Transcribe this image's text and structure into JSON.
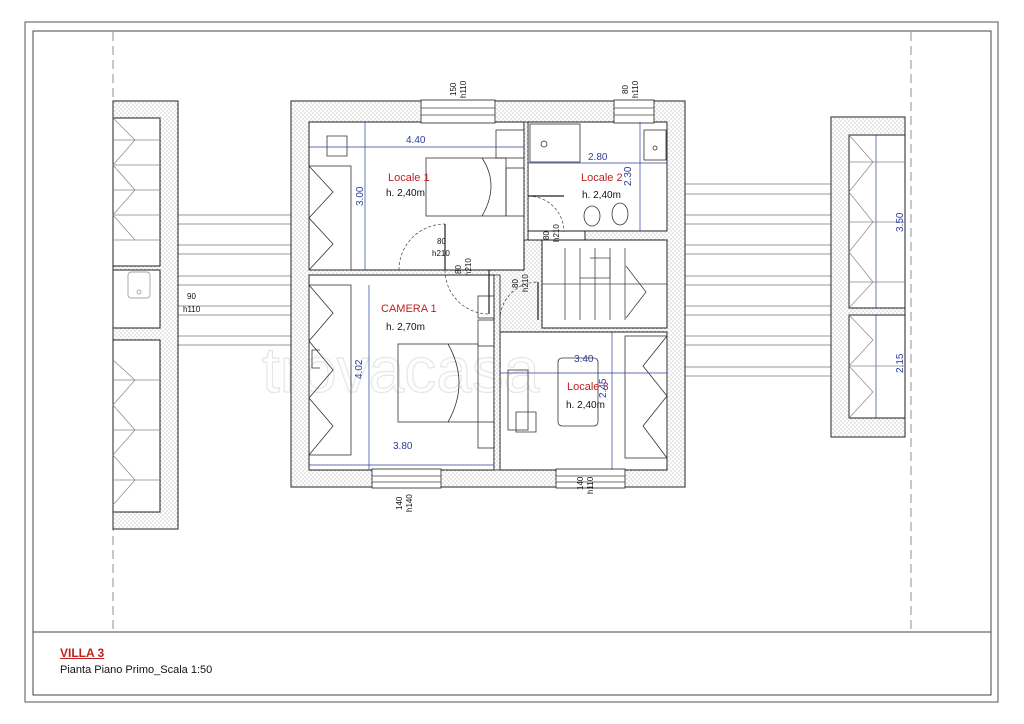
{
  "title_block": {
    "villa": "VILLA 3",
    "subtitle": "Pianta Piano Primo_Scala 1:50"
  },
  "watermark": "trovacasa",
  "rooms": {
    "locale1": {
      "name": "Locale 1",
      "height": "h. 2,40m"
    },
    "locale2": {
      "name": "Locale 2",
      "height": "h. 2,40m"
    },
    "camera1": {
      "name": "CAMERA 1",
      "height": "h. 2,70m"
    },
    "locale3": {
      "name": "Locale 3",
      "height": "h. 2,40m"
    }
  },
  "dimensions": {
    "d440": "4.40",
    "d300": "3.00",
    "d280": "2.80",
    "d230": "2.30",
    "d402": "4.02",
    "d380": "3.80",
    "d340": "3.40",
    "d245": "2.45",
    "d350": "3.50",
    "d215": "2.15"
  },
  "openings": {
    "w_top1": {
      "w": "150",
      "h": "h110"
    },
    "w_top2": {
      "w": "80",
      "h": "h110"
    },
    "w_left": {
      "w": "90",
      "h": "h110"
    },
    "w_bot1": {
      "w": "140",
      "h": "h140"
    },
    "w_bot2": {
      "w": "140",
      "h": "h110"
    },
    "door1": {
      "w": "80",
      "h": "h210"
    },
    "door2": {
      "w": "80",
      "h": "h210"
    },
    "door3": {
      "w": "80",
      "h": "h210"
    },
    "door4": {
      "w": "80",
      "h": "h210"
    }
  },
  "colors": {
    "room_label": "#c0211f",
    "dimension": "#2b3f9a",
    "wall_fill": "#ffffff",
    "line": "#222222"
  }
}
